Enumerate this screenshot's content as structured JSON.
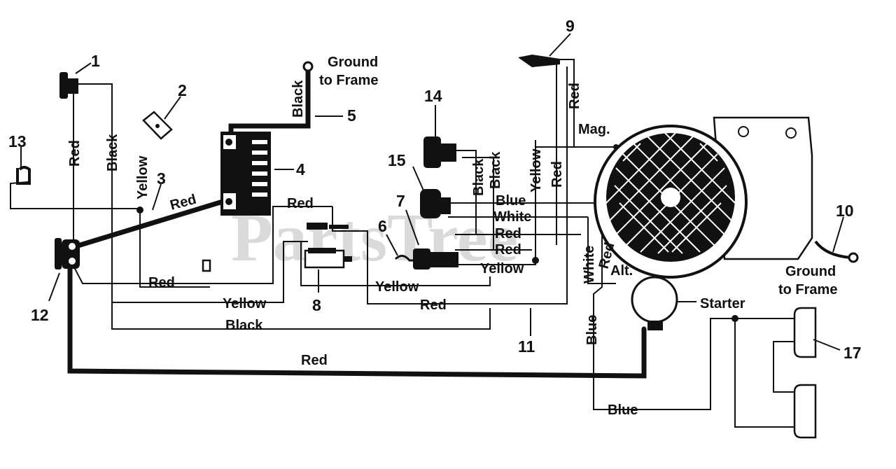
{
  "watermark": "PartsTree",
  "callouts": {
    "n1": "1",
    "n2": "2",
    "n3": "3",
    "n4": "4",
    "n5": "5",
    "n6": "6",
    "n7": "7",
    "n8": "8",
    "n9": "9",
    "n10": "10",
    "n11": "11",
    "n12": "12",
    "n13": "13",
    "n14": "14",
    "n15": "15",
    "n17": "17"
  },
  "labels": {
    "ground_frame_top_1": "Ground",
    "ground_frame_top_2": "to Frame",
    "ground_frame_right_1": "Ground",
    "ground_frame_right_2": "to Frame",
    "mag": "Mag.",
    "alt": "Alt.",
    "starter": "Starter"
  },
  "wire_labels": {
    "red_1": "Red",
    "black_1": "Black",
    "yellow_2": "Yellow",
    "red_3": "Red",
    "black_5": "Black",
    "red_8_top": "Red",
    "red_left_mid": "Red",
    "yellow_bottom": "Yellow",
    "black_bottom": "Black",
    "red_long": "Red",
    "yellow_8": "Yellow",
    "red_8_low": "Red",
    "black_14a": "Black",
    "black_14b": "Black",
    "blue_15": "Blue",
    "white_15": "White",
    "red_7a": "Red",
    "red_7b": "Red",
    "yellow_7": "Yellow",
    "yellow_v": "Yellow",
    "red_v": "Red",
    "red_9": "Red",
    "white_v": "White",
    "red_alt": "Red",
    "blue_v": "Blue",
    "blue_bottom": "Blue"
  }
}
